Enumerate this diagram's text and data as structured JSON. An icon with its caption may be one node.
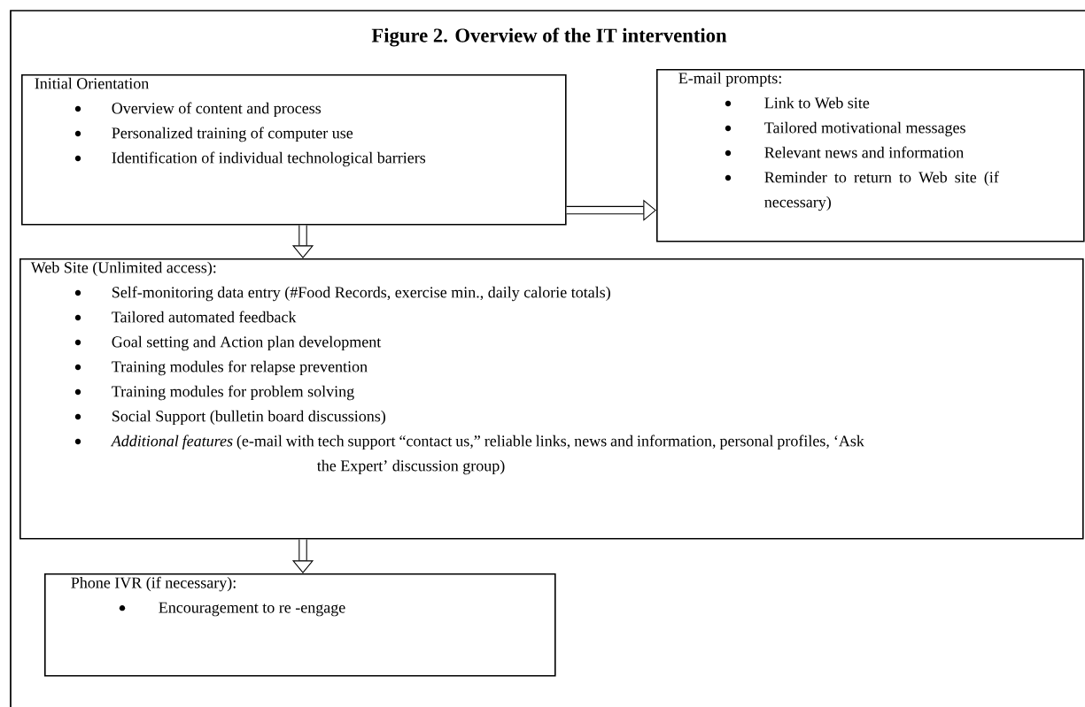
{
  "diagram": {
    "title": "Figure 2.   Overview of the IT intervention",
    "nodes": [
      {
        "text": [
          "Initial   Orientation",
          "Overview of content and process",
          "Personalized training of computer use",
          "Identification of individual technological barriers"
        ]
      },
      {
        "text": [
          "E-mail prompts:",
          "Link to Web site",
          "Tailored motivational messages",
          "Relevant news and information",
          "Reminder to return to Web site (if necessary)"
        ]
      },
      {
        "text": [
          "Web Site (Unlimited access):",
          "Self-monitoring data entry (#Food Records, exercise min., daily calorie totals)",
          "Tailored automated feedback",
          "Goal setting and Action plan development",
          "Training modules for relapse prevention",
          "Training modules for problem solving",
          "Social Support (bulletin board discussions)",
          "*Additional features*   (e-mail with tech support “contact us,” reliable links, news and information, personal profiles, ‘Ask the Expert’ discussion group)"
        ]
      },
      {
        "text": [
          "Phone IVR (if necessary):",
          "Encouragement to re -engage"
        ]
      }
    ],
    "edges": [
      {
        "from": 0,
        "to": 1,
        "arrow": "to"
      },
      {
        "from": 0,
        "to": 2,
        "arrow": "to"
      },
      {
        "from": 2,
        "to": 3,
        "arrow": "to"
      }
    ]
  }
}
